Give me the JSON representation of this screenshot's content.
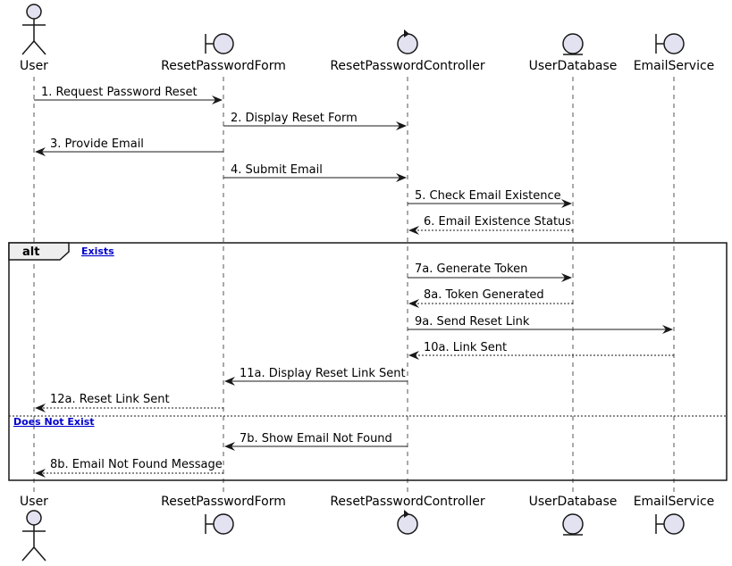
{
  "participants": [
    {
      "id": "user",
      "name": "User",
      "type": "actor"
    },
    {
      "id": "form",
      "name": "ResetPasswordForm",
      "type": "boundary"
    },
    {
      "id": "controller",
      "name": "ResetPasswordController",
      "type": "control"
    },
    {
      "id": "db",
      "name": "UserDatabase",
      "type": "entity"
    },
    {
      "id": "email",
      "name": "EmailService",
      "type": "boundary"
    }
  ],
  "messages": [
    {
      "label": "1. Request Password Reset",
      "from": "user",
      "to": "form",
      "style": "solid"
    },
    {
      "label": "2. Display Reset Form",
      "from": "form",
      "to": "controller",
      "style": "solid"
    },
    {
      "label": "3. Provide Email",
      "from": "form",
      "to": "user",
      "style": "solid"
    },
    {
      "label": "4. Submit Email",
      "from": "form",
      "to": "controller",
      "style": "solid"
    },
    {
      "label": "5. Check Email Existence",
      "from": "controller",
      "to": "db",
      "style": "solid"
    },
    {
      "label": "6. Email Existence Status",
      "from": "db",
      "to": "controller",
      "style": "dashed"
    },
    {
      "label": "7a. Generate Token",
      "from": "controller",
      "to": "db",
      "style": "solid"
    },
    {
      "label": "8a. Token Generated",
      "from": "db",
      "to": "controller",
      "style": "dashed"
    },
    {
      "label": "9a. Send Reset Link",
      "from": "controller",
      "to": "email",
      "style": "solid"
    },
    {
      "label": "10a. Link Sent",
      "from": "email",
      "to": "controller",
      "style": "dashed"
    },
    {
      "label": "11a. Display Reset Link Sent",
      "from": "controller",
      "to": "form",
      "style": "solid"
    },
    {
      "label": "12a. Reset Link Sent",
      "from": "form",
      "to": "user",
      "style": "dashed"
    },
    {
      "label": "7b. Show Email Not Found",
      "from": "controller",
      "to": "form",
      "style": "solid"
    },
    {
      "label": "8b. Email Not Found Message",
      "from": "form",
      "to": "user",
      "style": "dashed"
    }
  ],
  "fragment": {
    "keyword": "alt",
    "guards": [
      "Exists",
      "Does Not Exist"
    ]
  },
  "colors": {
    "participant_fill": "#e2e2f0",
    "stroke": "#181818",
    "guard_link": "#0000cc"
  }
}
